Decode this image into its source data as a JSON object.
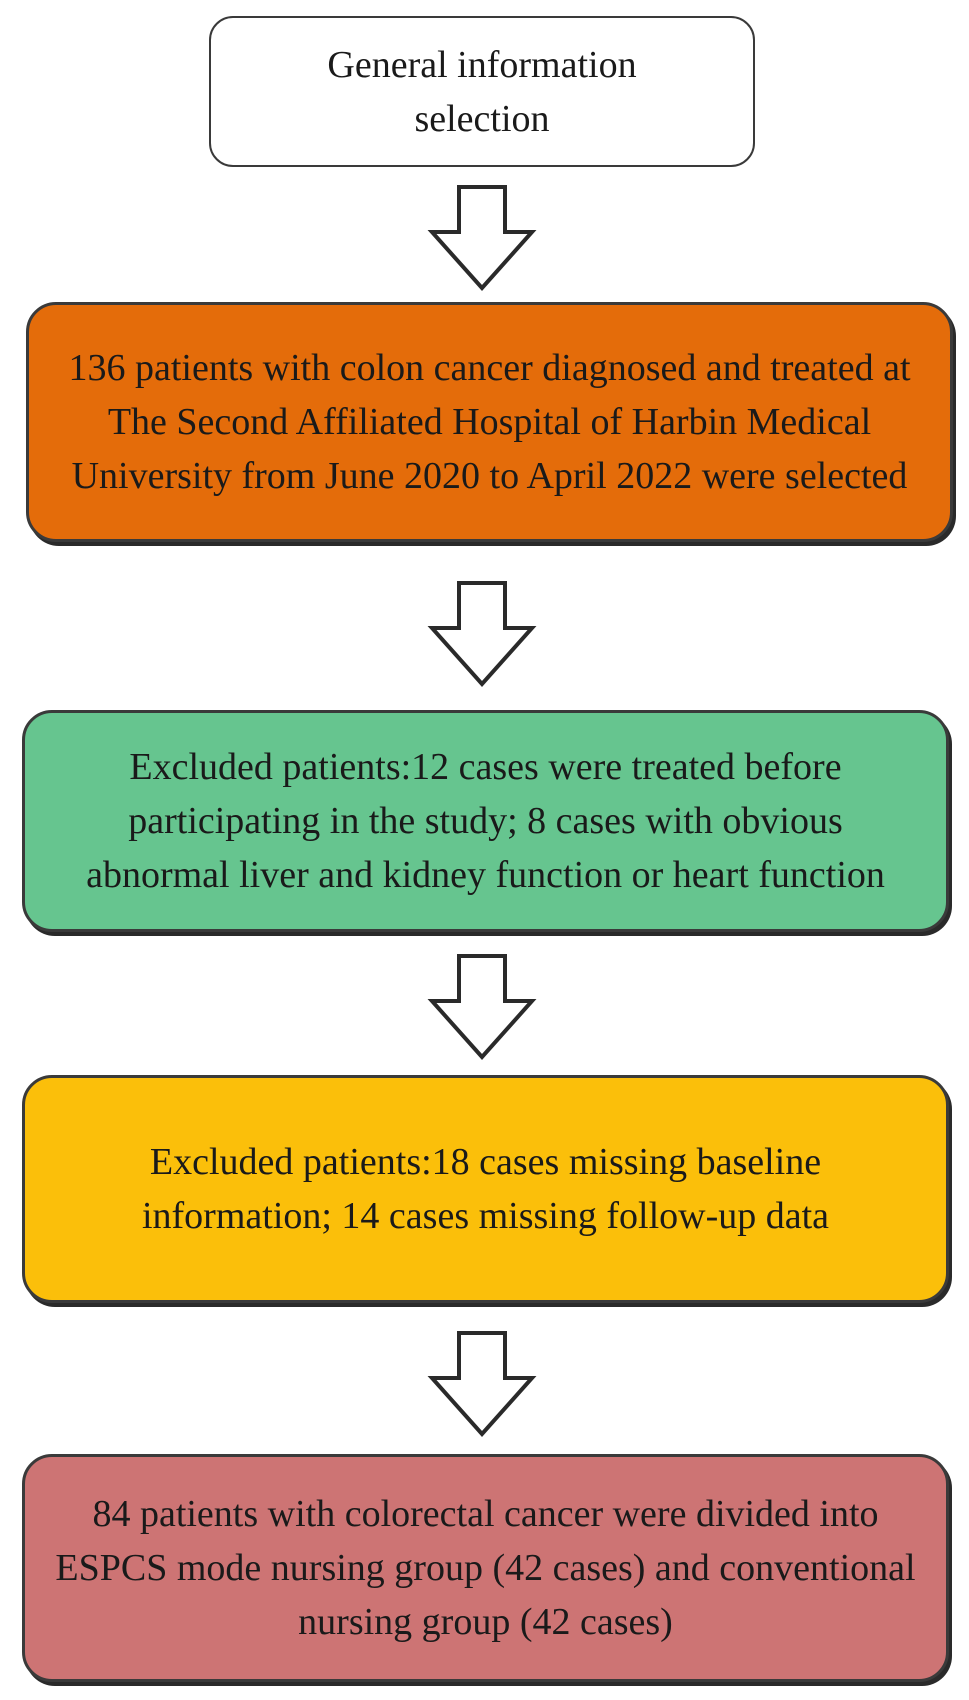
{
  "steps": [
    {
      "id": "step-general-information",
      "text": "General information selection",
      "color": "#ffffff"
    },
    {
      "id": "step-patients-selected",
      "text": "136 patients with colon cancer diagnosed and treated at The Second Affiliated Hospital of Harbin Medical University from June 2020 to April 2022 were selected",
      "color": "#e46c0a"
    },
    {
      "id": "step-excluded-treated",
      "text": "Excluded patients:12 cases were treated before participating in the study; 8 cases with obvious abnormal liver and kidney function or heart function",
      "color": "#66c58f"
    },
    {
      "id": "step-excluded-missing",
      "text": "Excluded patients:18 cases missing baseline information; 14 cases missing follow-up data",
      "color": "#fbbf0a"
    },
    {
      "id": "step-final-groups",
      "text": "84 patients with colorectal cancer were divided into ESPCS mode nursing group (42 cases) and conventional nursing group (42 cases)",
      "color": "#cd7474"
    }
  ],
  "arrows": [
    {
      "from": "step-general-information",
      "to": "step-patients-selected",
      "icon": "down-arrow-icon"
    },
    {
      "from": "step-patients-selected",
      "to": "step-excluded-treated",
      "icon": "down-arrow-icon"
    },
    {
      "from": "step-excluded-treated",
      "to": "step-excluded-missing",
      "icon": "down-arrow-icon"
    },
    {
      "from": "step-excluded-missing",
      "to": "step-final-groups",
      "icon": "down-arrow-icon"
    }
  ]
}
